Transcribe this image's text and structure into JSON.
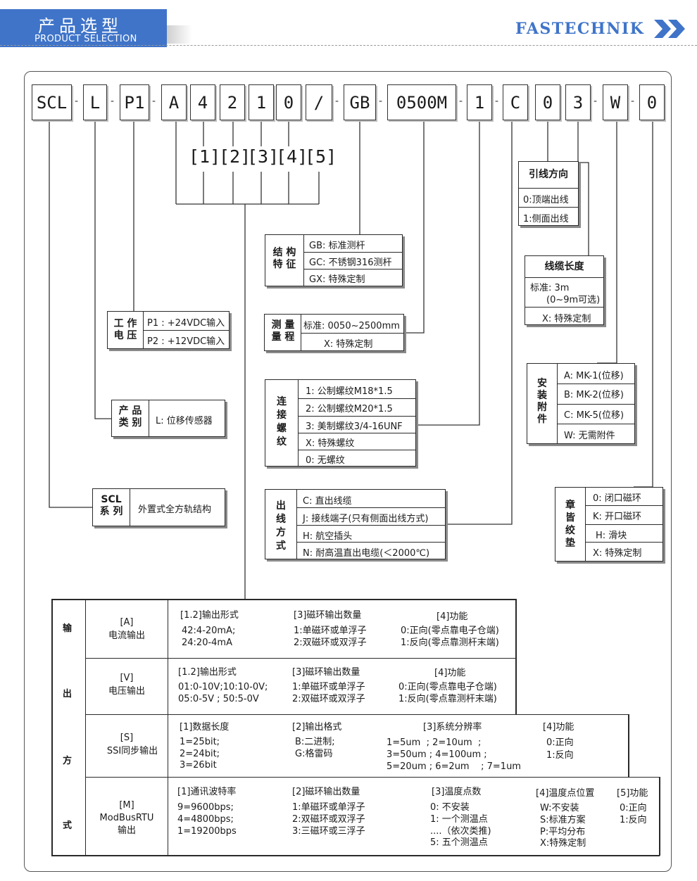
{
  "header": {
    "title_zh": "产品选型",
    "title_en": "PRODUCT SELECTION",
    "brand": "FASTECHNIK"
  },
  "code": {
    "segments": [
      "SCL",
      "L",
      "P1",
      "A",
      "4",
      "2",
      "1",
      "0",
      "/",
      "GB",
      "0500M",
      "1",
      "C",
      "0",
      "3",
      "W",
      "0"
    ],
    "dash": "-",
    "indices": [
      "[1]",
      "[2]",
      "[3]",
      "[4]",
      "[5]"
    ]
  },
  "lead_direction": {
    "title": "引线方向",
    "rows": [
      "0:顶端出线",
      "1:侧面出线"
    ]
  },
  "cable_length": {
    "title": "线缆长度",
    "row1a": "标准: 3m",
    "row1b": "(0~9m可选)",
    "row2": "X: 特殊定制"
  },
  "structure": {
    "label1": "结 构",
    "label2": "特 征",
    "rows": [
      "GB: 标准测杆",
      "GC: 不锈钢316测杆",
      "GX: 特殊定制"
    ]
  },
  "range": {
    "label1": "测 量",
    "label2": "量 程",
    "rows": [
      "标准: 0050~2500mm",
      "X: 特殊定制"
    ]
  },
  "voltage": {
    "label1": "工 作",
    "label2": "电 压",
    "rows": [
      "P1 : +24VDC输入",
      "P2 : +12VDC输入"
    ]
  },
  "accessory": {
    "label": [
      "安",
      "装",
      "附",
      "件"
    ],
    "rows": [
      "A: MK-1(位移)",
      "B: MK-2(位移)",
      "C: MK-5(位移)",
      "W: 无需附件"
    ]
  },
  "category": {
    "label1": "产 品",
    "label2": "类 别",
    "value": "L: 位移传感器"
  },
  "thread": {
    "label": [
      "连",
      "接",
      "螺",
      "纹"
    ],
    "rows": [
      "1: 公制螺纹M18*1.5",
      "2: 公制螺纹M20*1.5",
      "3: 美制螺纹3/4-16UNF",
      "X: 特殊螺纹",
      "0: 无螺纹"
    ]
  },
  "series": {
    "label1": "SCL",
    "label2": "系 列",
    "value": "外置式全方轨结构"
  },
  "outlet": {
    "label": [
      "出",
      "线",
      "方",
      "式"
    ],
    "rows": [
      "C: 直出线缆",
      "J: 接线端子(只有侧面出线方式)",
      "H: 航空插头",
      "N: 耐高温直出电缆(＜2000℃)"
    ]
  },
  "magnet": {
    "label": [
      "章",
      "皆",
      "绞",
      "垫"
    ],
    "rows": [
      "0: 闭口磁环",
      "K: 开口磁环",
      "H: 滑块",
      "X: 特殊定制"
    ]
  },
  "output": {
    "side_label": [
      "输",
      "出",
      "方",
      "式"
    ],
    "A": {
      "code": "[A]",
      "name": "电流输出",
      "c1h": "[1.2]输出形式",
      "c1a": "42:4-20mA;",
      "c1b": "24:20-4mA",
      "c2h": "[3]磁环输出数量",
      "c2a": "1:单磁环或单浮子",
      "c2b": "2:双磁环或双浮子",
      "c3h": "[4]功能",
      "c3a": "0:正向(零点靠电子仓端)",
      "c3b": "1:反向(零点靠测杆末端)"
    },
    "V": {
      "code": "[V]",
      "name": "电压输出",
      "c1h": "[1.2]输出形式",
      "c1a": "01:0-10V;10:10-0V;",
      "c1b": "05:0-5V ; 50:5-0V",
      "c2h": "[3]磁环输出数量",
      "c2a": "1:单磁环或单浮子",
      "c2b": "2:双磁环或双浮子",
      "c3h": "[4]功能",
      "c3a": "0:正向(零点靠电子仓端)",
      "c3b": "1:反向(零点靠测杆末端)"
    },
    "S": {
      "code": "[S]",
      "name": "SSI同步输出",
      "c1h": "[1]数据长度",
      "c1a": "1=25bit;",
      "c1b": "2=24bit;",
      "c1c": "3=26bit",
      "c2h": "[2]输出格式",
      "c2a": "B:二进制;",
      "c2b": "G:格雷码",
      "c3h": "[3]系统分辨率",
      "c3a": "1=5um  ; 2=10um  ;",
      "c3b": "3=50um ; 4=100um ;",
      "c3c": "5=20um ; 6=2um    ; 7=1um",
      "c4h": "[4]功能",
      "c4a": "0:正向",
      "c4b": "1:反向"
    },
    "M": {
      "code": "[M]",
      "name1": "ModBusRTU",
      "name2": "输出",
      "c1h": "[1]通讯波特率",
      "c1a": "9=9600bps;",
      "c1b": "4=4800bps;",
      "c1c": "1=19200bps",
      "c2h": "[2]磁环输出数量",
      "c2a": "1:单磁环或单浮子",
      "c2b": "2:双磁环或双浮子",
      "c2c": "3:三磁环或三浮子",
      "c3h": "[3]温度点数",
      "c3a": "0: 不安装",
      "c3b": "1: 一个测温点",
      "c3c": "....（依次类推)",
      "c3d": "5: 五个测温点",
      "c4h": "[4]温度点位置",
      "c4a": "W:不安装",
      "c4b": "S:标准方案",
      "c4c": "P:平均分布",
      "c4d": "X:特殊定制",
      "c5h": "[5]功能",
      "c5a": "0:正向",
      "c5b": "1:反向"
    }
  }
}
